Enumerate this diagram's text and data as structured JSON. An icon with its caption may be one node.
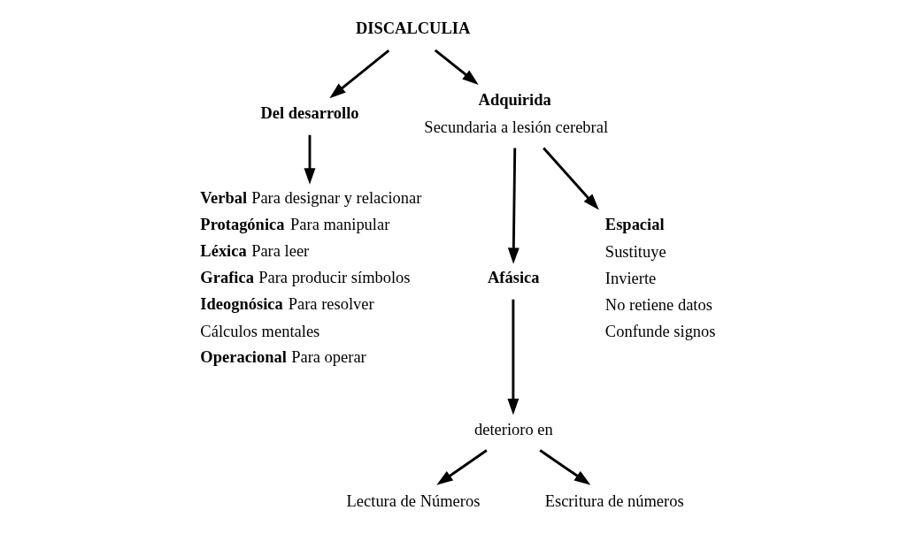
{
  "diagram": {
    "nodes": [
      {
        "text": [
          "DISCALCULIA"
        ]
      },
      {
        "text": [
          "Del desarrollo"
        ]
      },
      {
        "text": [
          "**Verbal** Para designar y relacionar",
          "**Protagónica** Para manipular",
          "**Léxica** Para leer",
          "**Grafica** Para producir símbolos",
          "**Ideognósica** Para resolver",
          "Cálculos mentales",
          "**Operacional** Para operar"
        ]
      },
      {
        "text": [
          "Adquirida",
          "Secundaria a lesión cerebral"
        ]
      },
      {
        "text": [
          "Afásica"
        ]
      },
      {
        "text": [
          "Espacial",
          "Sustituye",
          "Invierte",
          "No retiene datos",
          "Confunde signos"
        ]
      },
      {
        "text": [
          "deterioro en"
        ]
      },
      {
        "text": [
          "Lectura de Números"
        ]
      },
      {
        "text": [
          "Escritura de números"
        ]
      }
    ],
    "edges": [
      {
        "from": 0,
        "to": 1,
        "arrow": "to"
      },
      {
        "from": 0,
        "to": 3,
        "arrow": "to"
      },
      {
        "from": 1,
        "to": 2,
        "arrow": "to"
      },
      {
        "from": 3,
        "to": 4,
        "arrow": "to"
      },
      {
        "from": 3,
        "to": 5,
        "arrow": "to"
      },
      {
        "from": 4,
        "to": 6,
        "arrow": "to"
      },
      {
        "from": 6,
        "to": 7,
        "arrow": "to"
      },
      {
        "from": 6,
        "to": 8,
        "arrow": "to"
      }
    ]
  }
}
